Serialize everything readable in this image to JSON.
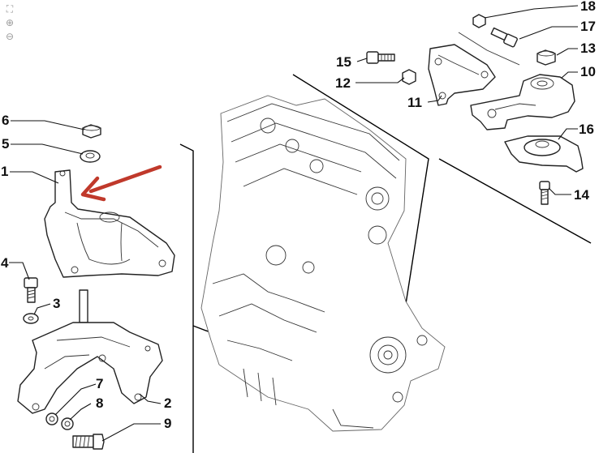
{
  "toolbar": {
    "reset_icon": "fit-view-icon",
    "zoom_in_icon": "zoom-in-icon",
    "zoom_out_icon": "zoom-out-icon"
  },
  "arrow_color": "#c0392b",
  "callouts": [
    {
      "id": "1",
      "label": "1"
    },
    {
      "id": "2",
      "label": "2"
    },
    {
      "id": "3",
      "label": "3"
    },
    {
      "id": "4",
      "label": "4"
    },
    {
      "id": "5",
      "label": "5"
    },
    {
      "id": "6",
      "label": "6"
    },
    {
      "id": "7",
      "label": "7"
    },
    {
      "id": "8",
      "label": "8"
    },
    {
      "id": "9",
      "label": "9"
    },
    {
      "id": "10",
      "label": "10"
    },
    {
      "id": "11",
      "label": "11"
    },
    {
      "id": "12",
      "label": "12"
    },
    {
      "id": "13",
      "label": "13"
    },
    {
      "id": "14",
      "label": "14"
    },
    {
      "id": "15",
      "label": "15"
    },
    {
      "id": "16",
      "label": "16"
    },
    {
      "id": "17",
      "label": "17"
    },
    {
      "id": "18",
      "label": "18"
    }
  ]
}
